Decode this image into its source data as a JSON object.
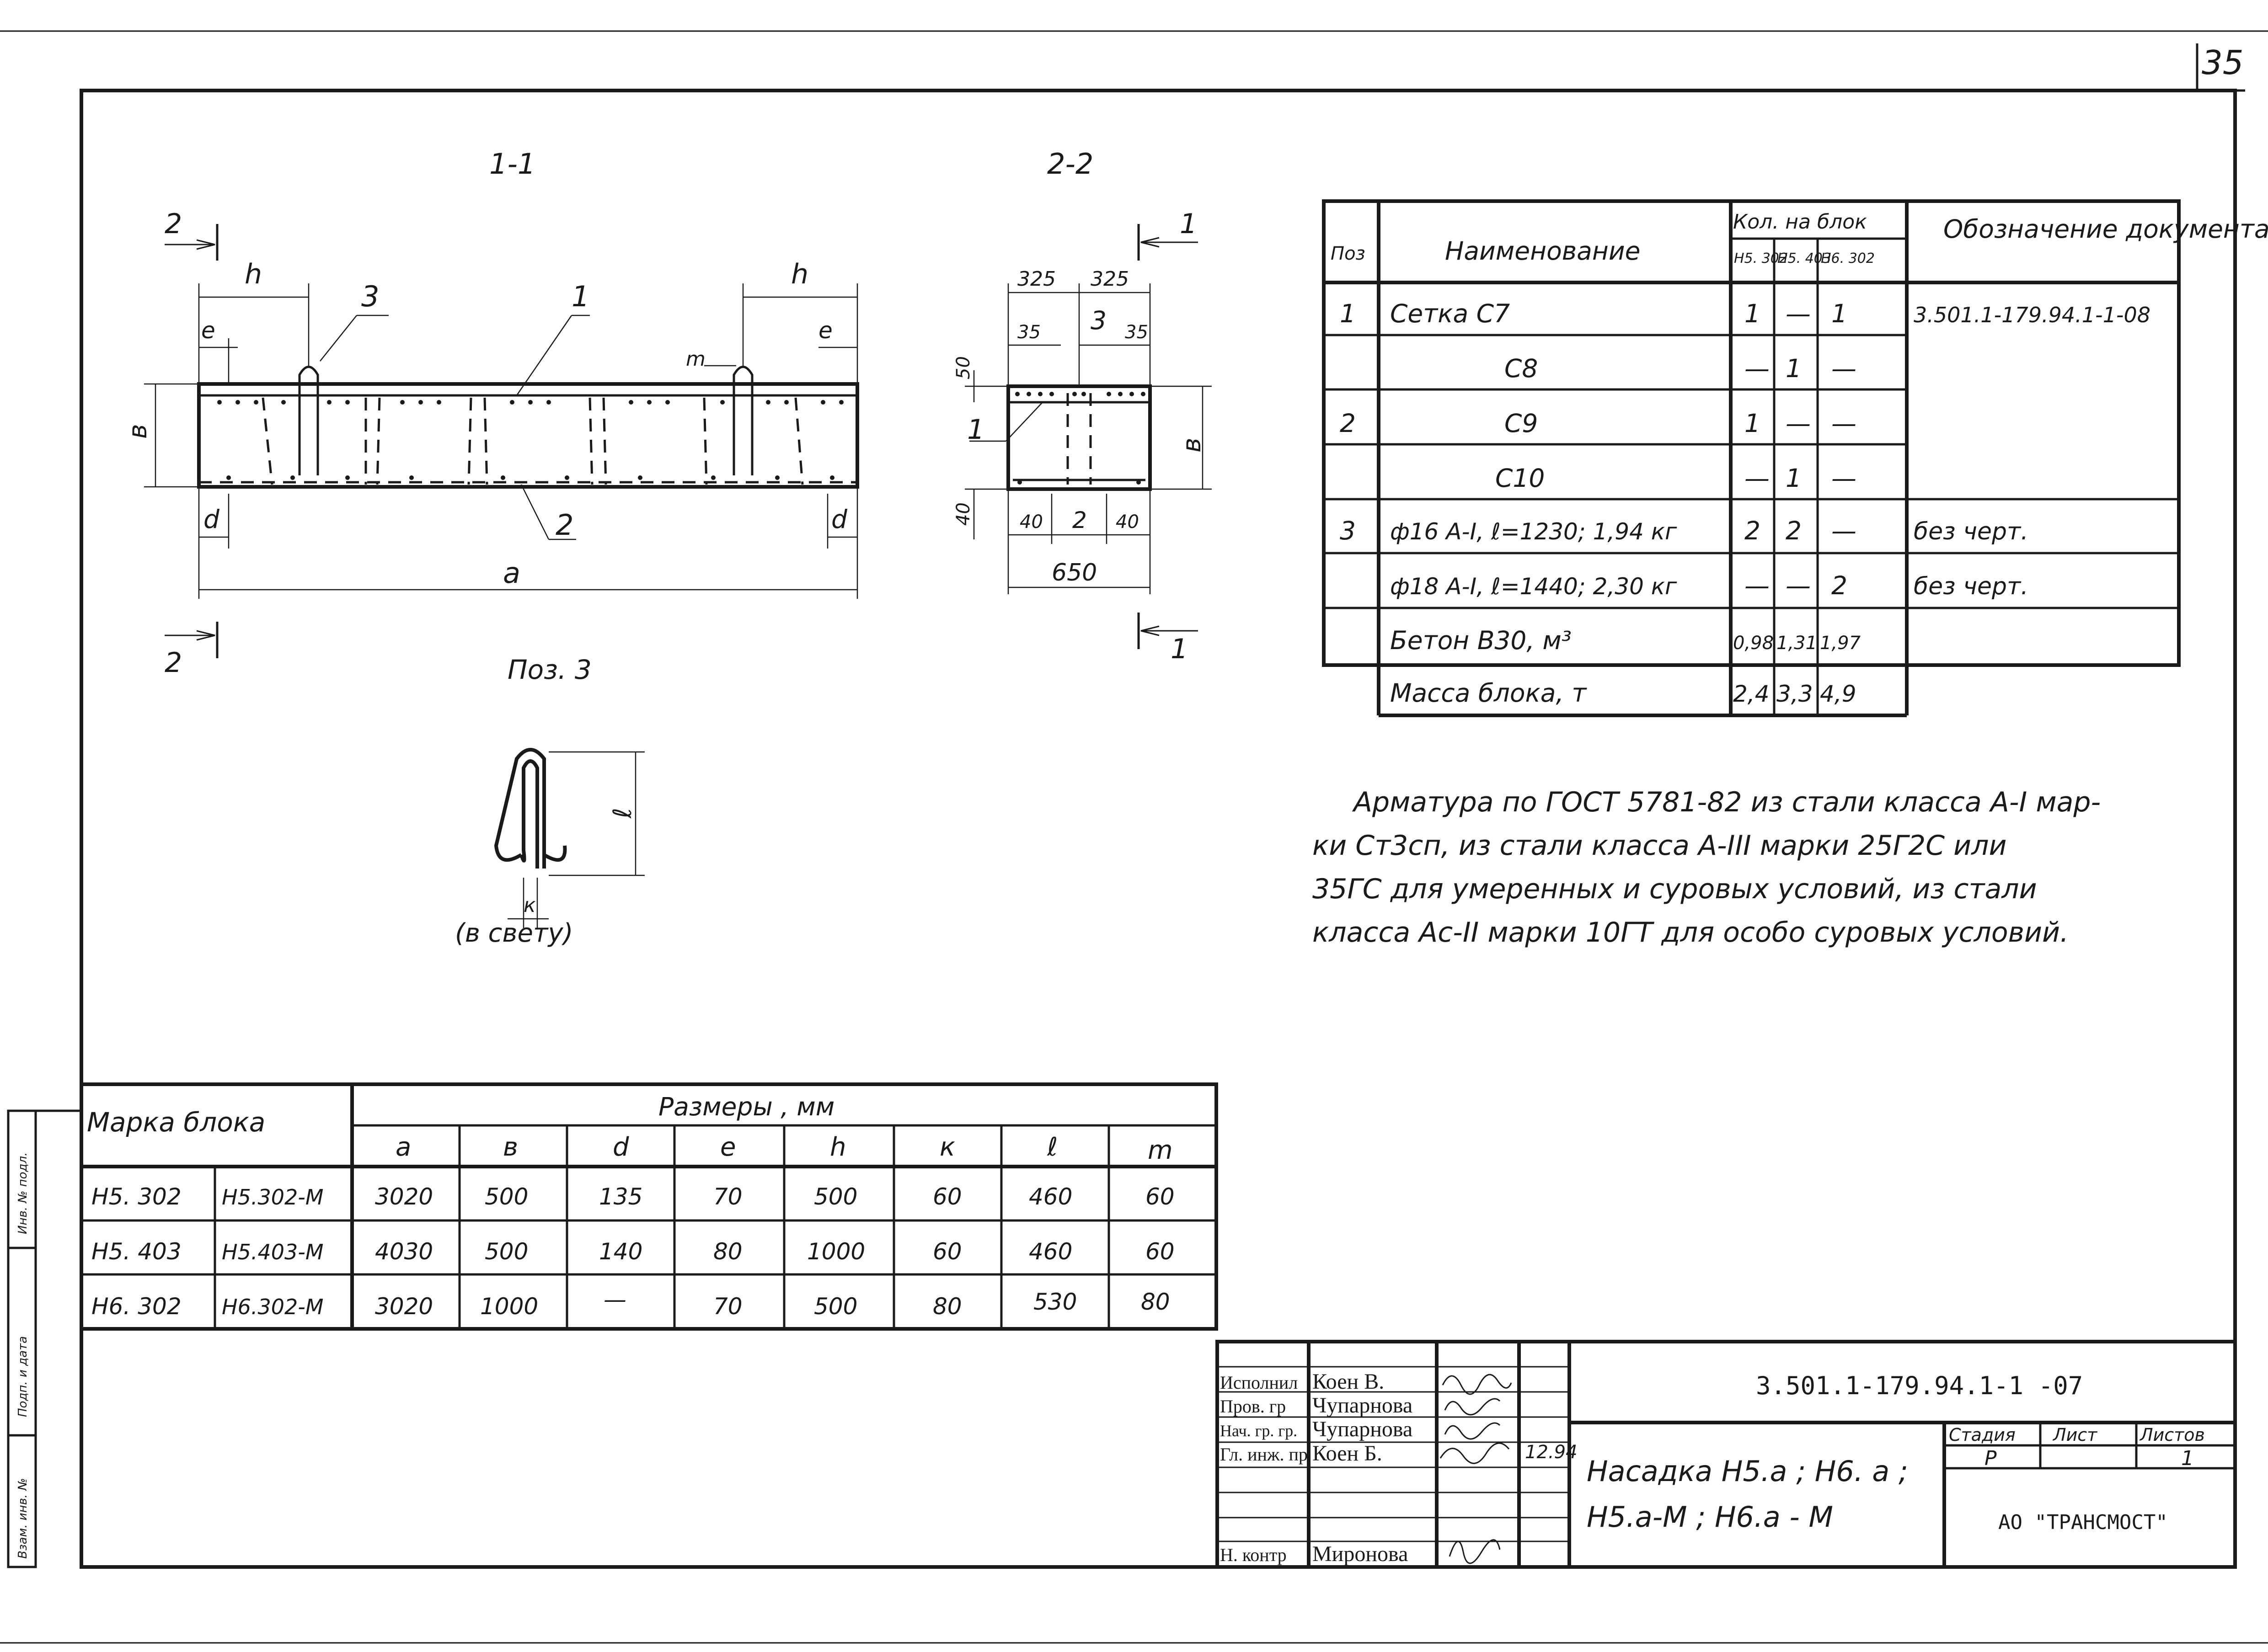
{
  "sheet_number": "35",
  "views": {
    "section_1_1": "1-1",
    "section_2_2": "2-2",
    "pos3_caption": "Поз. 3",
    "pos3_note": "(в свету)",
    "labels": {
      "cut2": "2",
      "cut1": "1",
      "h": "h",
      "e": "e",
      "m": "m",
      "b": "в",
      "d": "d",
      "a": "a",
      "l": "ℓ",
      "k": "к",
      "pos1": "1",
      "pos2": "2",
      "pos3": "3",
      "dim325": "325",
      "dim35": "35",
      "dim50": "50",
      "dim40": "40",
      "dim650": "650"
    }
  },
  "spec_table": {
    "headers": {
      "pos": "Поз",
      "name": "Наименование",
      "qty": "Кол. на блок",
      "qty_cols": [
        "Н5. 302",
        "Н5. 403",
        "Н6. 302"
      ],
      "doc": "Обозначение документа"
    },
    "rows": [
      {
        "pos": "1",
        "name": "Сетка  С7",
        "q": [
          "1",
          "—",
          "1"
        ],
        "doc": "3.501.1-179.94.1-1-08"
      },
      {
        "pos": "",
        "name": "С8",
        "q": [
          "—",
          "1",
          "—"
        ],
        "doc": ""
      },
      {
        "pos": "2",
        "name": "С9",
        "q": [
          "1",
          "—",
          "—"
        ],
        "doc": ""
      },
      {
        "pos": "",
        "name": "С10",
        "q": [
          "—",
          "1",
          "—"
        ],
        "doc": ""
      },
      {
        "pos": "3",
        "name": "ф16 А-I,  ℓ=1230;  1,94 кг",
        "q": [
          "2",
          "2",
          "—"
        ],
        "doc": "без  черт."
      },
      {
        "pos": "",
        "name": "ф18 А-I,  ℓ=1440;  2,30 кг",
        "q": [
          "—",
          "—",
          "2"
        ],
        "doc": "без  черт."
      },
      {
        "pos": "",
        "name": "Бетон  В30,  м³",
        "q": [
          "0,98",
          "1,31",
          "1,97"
        ],
        "doc": ""
      }
    ],
    "mass_row": {
      "name": "Масса  блока,  т",
      "q": [
        "2,4",
        "3,3",
        "4,9"
      ]
    }
  },
  "note_lines": [
    "Арматура  по  ГОСТ 5781-82  из  стали  класса  А-I  мар-",
    "ки  Ст3сп,  из  стали   класса  А-III  марки  25Г2С  или",
    "35ГС  для  умеренных  и  суровых  условий,  из  стали",
    "класса  Ас-II  марки  10ГТ  для  особо  суровых  условий."
  ],
  "dims_table": {
    "header_mark": "Марка  блока",
    "header_sizes": "Размеры ,  мм",
    "cols": [
      "a",
      "в",
      "d",
      "e",
      "h",
      "к",
      "ℓ",
      "m"
    ],
    "rows": [
      {
        "m1": "Н5. 302",
        "m2": "Н5.302-М",
        "v": [
          "3020",
          "500",
          "135",
          "70",
          "500",
          "60",
          "460",
          "60"
        ]
      },
      {
        "m1": "Н5. 403",
        "m2": "Н5.403-М",
        "v": [
          "4030",
          "500",
          "140",
          "80",
          "1000",
          "60",
          "460",
          "60"
        ]
      },
      {
        "m1": "Н6. 302",
        "m2": "Н6.302-М",
        "v": [
          "3020",
          "1000",
          "—",
          "70",
          "500",
          "80",
          "530",
          "80"
        ]
      }
    ]
  },
  "title_block": {
    "roles": [
      "Исполнил",
      "Пров. гр",
      "Нач. гр. гр.",
      "Гл. инж. пр",
      "",
      "",
      "Н. контр"
    ],
    "names": [
      "Коен  В.",
      "Чупарнова",
      "Чупарнова",
      "Коен  Б.",
      "",
      "",
      "Миронова"
    ],
    "date": "12.94",
    "doc_code": "3.501.1-179.94.1-1  -07",
    "title_lines": [
      "Насадка  Н5.а ;  Н6. а ;",
      "Н5.а-М ;  Н6.а - М"
    ],
    "stage_label": "Стадия",
    "sheet_label": "Лист",
    "sheets_label": "Листов",
    "stage": "Р",
    "sheets": "1",
    "org": "АО  \"ТРАНСМОСТ\""
  },
  "side_stamp": {
    "labels": [
      "Инв. № подл.",
      "Подп. и дата",
      "Взам. инв. №"
    ]
  }
}
